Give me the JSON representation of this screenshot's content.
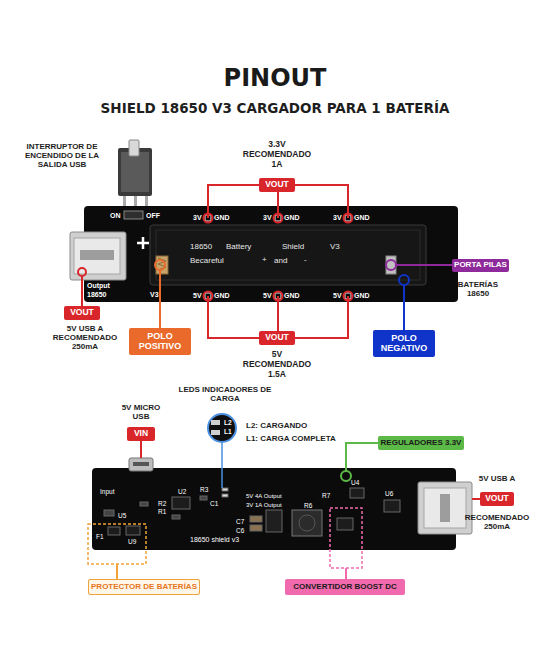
{
  "diagram": {
    "title": "PINOUT",
    "nodes": [
      {
        "text": [
          "VOUT"
        ]
      },
      {
        "text": [
          "PORTA PILAS"
        ]
      },
      {
        "text": [
          "VOUT"
        ]
      },
      {
        "text": [
          "POLO POSITIVO"
        ]
      },
      {
        "text": [
          "VOUT"
        ]
      },
      {
        "text": [
          "POLO NEGATIVO"
        ]
      },
      {
        "text": [
          "VIN"
        ]
      },
      {
        "text": [
          "REGULADORES 3.3V"
        ]
      },
      {
        "text": [
          "VOUT"
        ]
      },
      {
        "text": [
          "PROTECTOR DE BATERÍAS"
        ]
      },
      {
        "text": [
          "CONVERTIDOR BOOST DC"
        ]
      }
    ],
    "labels": [
      "SHIELD 18650 V3 CARGADOR PARA 1 BATERÍA",
      "INTERRUPTOR DE ENCENDIDO DE LA SALIDA USB",
      "3.3V RECOMENDADO 1A",
      "ON",
      "OFF",
      "3V",
      "GND",
      "3V",
      "GND",
      "3V",
      "GND",
      "18650",
      "Battery",
      "Shield",
      "V3",
      "Becareful",
      "+",
      "and",
      "-",
      "Output",
      "18650",
      "V3",
      "5V",
      "GND",
      "5V",
      "GND",
      "5V",
      "GND",
      "BATERÍAS 18650",
      "5V USB A RECOMENDADO 250mA",
      "5V RECOMENDADO 1.5A",
      "LEDS INDICADORES DE CARGA",
      "5V MICRO USB",
      "L2",
      "L1",
      "L2: CARGANDO",
      "L1: CARGA COMPLETA",
      "5V USB A",
      "RECOMENDADO 250mA",
      "Input",
      "U2",
      "R3",
      "C1",
      "R2",
      "R1",
      "U5",
      "F1",
      "U9",
      "5V 4A Output",
      "3V 1A Output",
      "C7",
      "C6",
      "R7",
      "R6",
      "U4",
      "U6",
      "18650 shield v3"
    ]
  }
}
